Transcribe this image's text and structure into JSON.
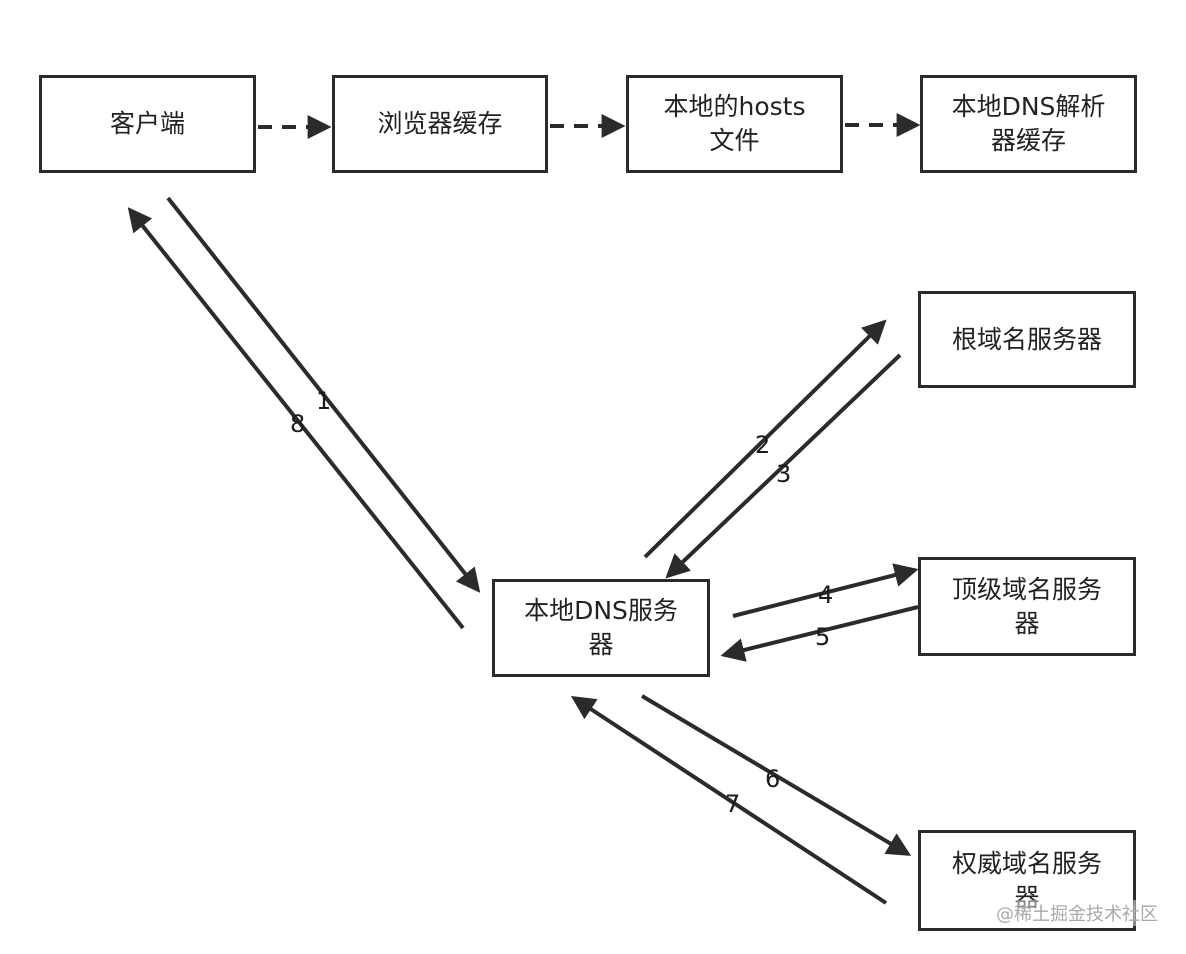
{
  "nodes": {
    "client": "客户端",
    "browser_cache": "浏览器缓存",
    "hosts_file": "本地的hosts\n文件",
    "local_dns_cache": "本地DNS解析\n器缓存",
    "root_server": "根域名服务器",
    "tld_server": "顶级域名服务\n器",
    "authoritative_server": "权威域名服务\n器",
    "local_dns_server": "本地DNS服务\n器"
  },
  "steps": {
    "s1": "1",
    "s2": "2",
    "s3": "3",
    "s4": "4",
    "s5": "5",
    "s6": "6",
    "s7": "7",
    "s8": "8"
  },
  "watermark": "@稀土掘金技术社区",
  "colors": {
    "stroke": "#2b2b2b",
    "text": "#222222",
    "background": "#ffffff"
  }
}
